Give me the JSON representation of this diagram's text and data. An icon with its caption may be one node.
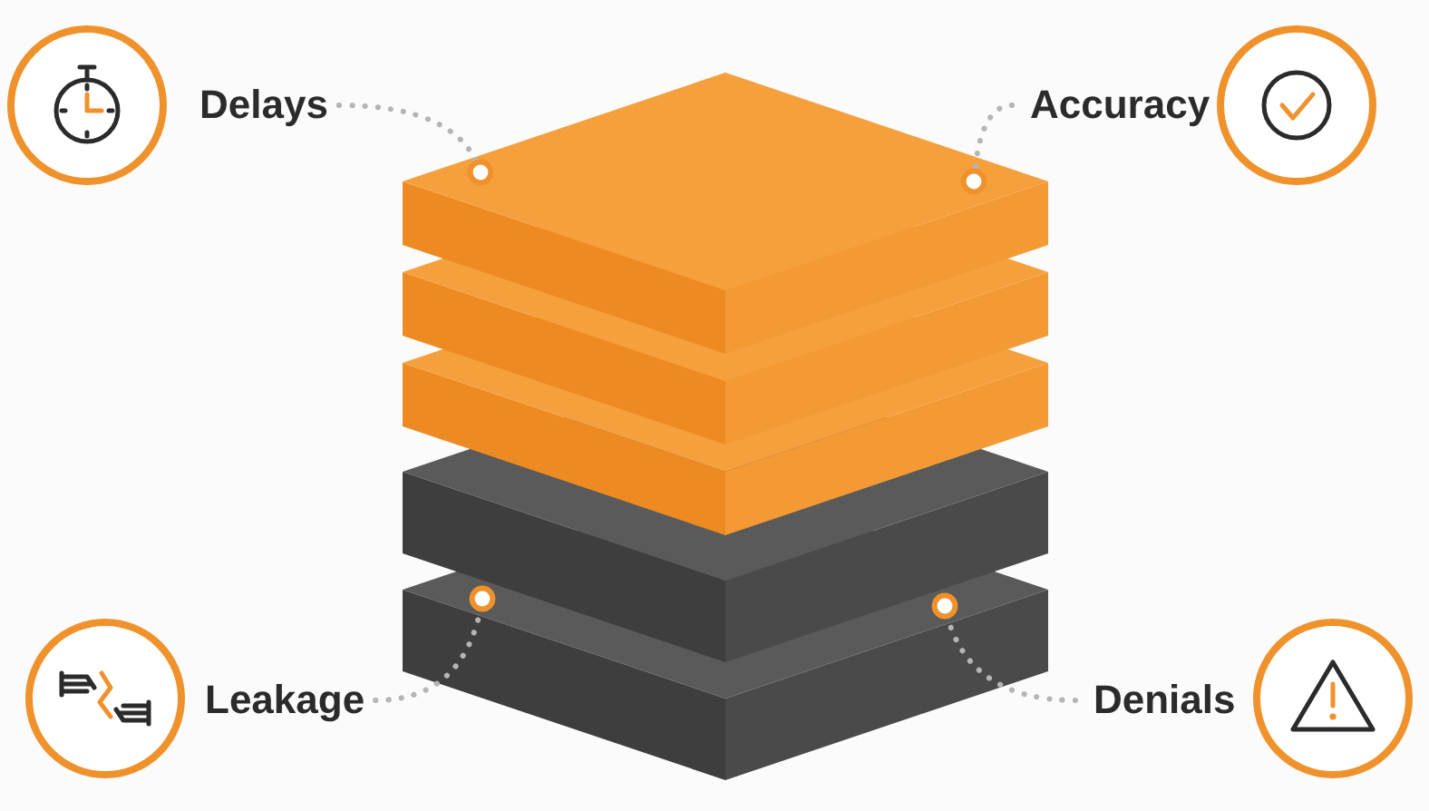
{
  "diagram": {
    "nodes": [
      {
        "text": [
          "Delays"
        ]
      },
      {
        "text": [
          "Accuracy"
        ]
      },
      {
        "text": [],
        "shape": "picture"
      },
      {
        "text": [
          "Leakage"
        ]
      },
      {
        "text": [
          "Denials"
        ]
      }
    ],
    "edges": [
      {
        "from": 0,
        "to": 2,
        "arrow": "other",
        "style": "dashed"
      },
      {
        "from": 1,
        "to": 2,
        "arrow": "other",
        "style": "dashed"
      },
      {
        "from": 3,
        "to": 2,
        "arrow": "other",
        "style": "dashed"
      },
      {
        "from": 4,
        "to": 2,
        "arrow": "other",
        "style": "dashed"
      }
    ]
  }
}
